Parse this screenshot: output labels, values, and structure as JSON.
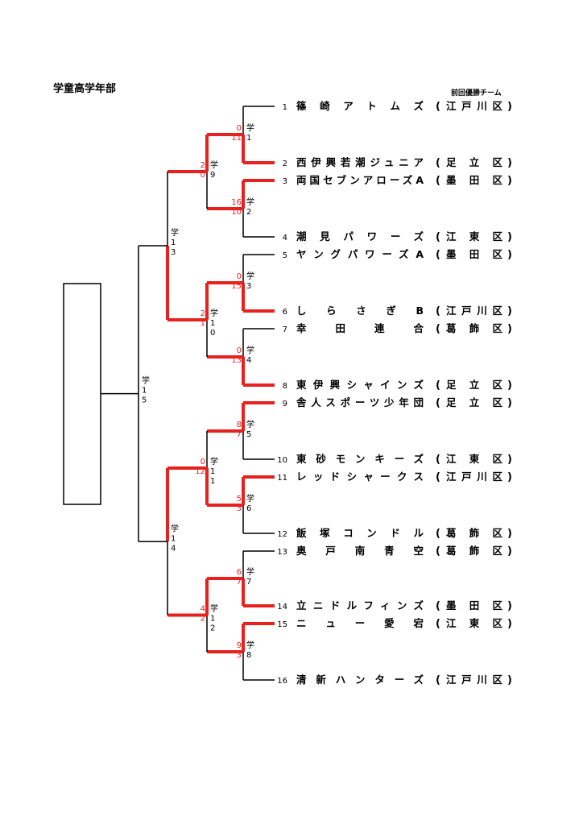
{
  "title": "学童高学年部",
  "prev_champion": "前回優勝チーム",
  "colors": {
    "win": "#e8211f",
    "line": "#000000",
    "score": "#e8211f"
  },
  "teams": [
    {
      "seed": "1",
      "name": "篠崎アトムズ",
      "ward": "江戸川区"
    },
    {
      "seed": "2",
      "name": "西伊興若潮ジュニア",
      "ward": "足立区"
    },
    {
      "seed": "3",
      "name": "両国セブンアローズA",
      "ward": "墨田区"
    },
    {
      "seed": "4",
      "name": "潮見パワーズ",
      "ward": "江東区"
    },
    {
      "seed": "5",
      "name": "ヤングパワーズA",
      "ward": "墨田区"
    },
    {
      "seed": "6",
      "name": "しらさぎB",
      "ward": "江戸川区"
    },
    {
      "seed": "7",
      "name": "幸田連合",
      "ward": "葛飾区"
    },
    {
      "seed": "8",
      "name": "東伊興シャインズ",
      "ward": "足立区"
    },
    {
      "seed": "9",
      "name": "舎人スポーツ少年団",
      "ward": "足立区"
    },
    {
      "seed": "10",
      "name": "東砂モンキーズ",
      "ward": "江東区"
    },
    {
      "seed": "11",
      "name": "レッドシャークス",
      "ward": "江戸川区"
    },
    {
      "seed": "12",
      "name": "飯塚コンドル",
      "ward": "葛飾区"
    },
    {
      "seed": "13",
      "name": "奥戸南青空",
      "ward": "葛飾区"
    },
    {
      "seed": "14",
      "name": "立ニドルフィンズ",
      "ward": "墨田区"
    },
    {
      "seed": "15",
      "name": "ニュー愛宕",
      "ward": "江東区"
    },
    {
      "seed": "16",
      "name": "清新ハンターズ",
      "ward": "江戸川区"
    }
  ],
  "r1": [
    {
      "id": "学1",
      "top": "0",
      "bottom": "11",
      "winner": "bottom"
    },
    {
      "id": "学2",
      "top": "16",
      "bottom": "10",
      "winner": "top"
    },
    {
      "id": "学3",
      "top": "0",
      "bottom": "15",
      "winner": "bottom"
    },
    {
      "id": "学4",
      "top": "0",
      "bottom": "13",
      "winner": "bottom"
    },
    {
      "id": "学5",
      "top": "8",
      "bottom": "7",
      "winner": "top"
    },
    {
      "id": "学6",
      "top": "5",
      "bottom": "3",
      "winner": "top"
    },
    {
      "id": "学7",
      "top": "6",
      "bottom": "7",
      "winner": "bottom"
    },
    {
      "id": "学8",
      "top": "9",
      "bottom": "3",
      "winner": "top"
    }
  ],
  "r2": [
    {
      "id": "学9",
      "top": "2",
      "bottom": "0",
      "winner": "top"
    },
    {
      "id": "学10",
      "top": "2",
      "bottom": "1",
      "winner": "top"
    },
    {
      "id": "学11",
      "top": "0",
      "bottom": "12",
      "winner": "bottom"
    },
    {
      "id": "学12",
      "top": "4",
      "bottom": "2",
      "winner": "top"
    }
  ],
  "r3": [
    {
      "id": "学13",
      "winner": "bottom"
    },
    {
      "id": "学14",
      "winner": "top"
    }
  ],
  "final": {
    "id": "学15"
  }
}
